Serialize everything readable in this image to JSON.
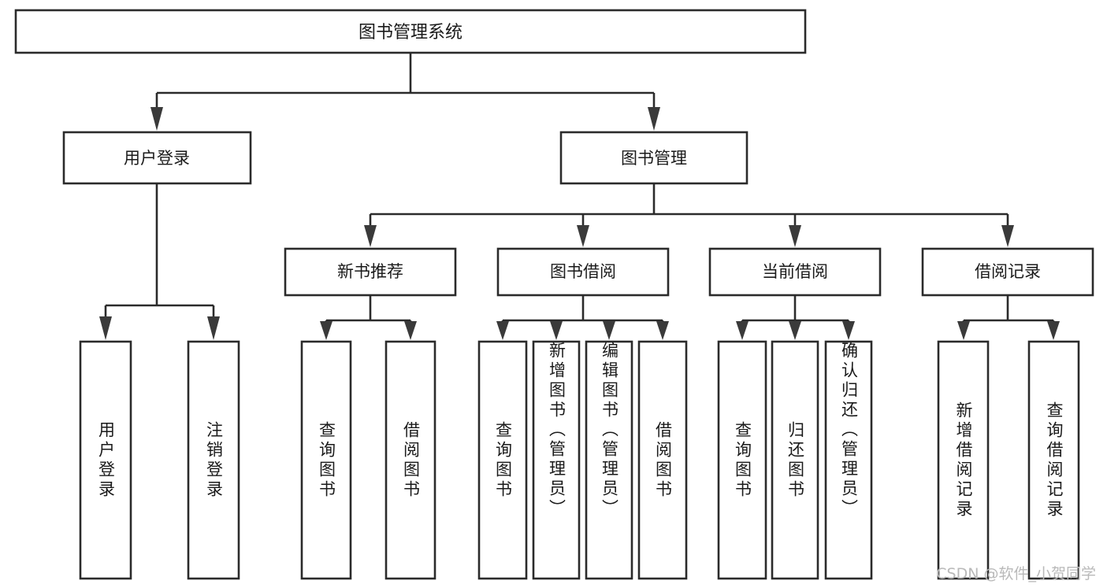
{
  "diagram": {
    "title": "图书管理系统",
    "type": "tree-hierarchy-diagram",
    "watermark": "CSDN @软件_小贺同学",
    "colors": {
      "stroke": "#2b2b2b",
      "fill": "#ffffff",
      "text": "#1a1a1a",
      "watermark": "#b9b9b9",
      "background": "#ffffff"
    },
    "root": {
      "label": "图书管理系统"
    },
    "level1": [
      {
        "id": "user-login",
        "label": "用户登录"
      },
      {
        "id": "book-management",
        "label": "图书管理"
      }
    ],
    "level2": [
      {
        "id": "new-book-recommend",
        "label": "新书推荐"
      },
      {
        "id": "book-borrow",
        "label": "图书借阅"
      },
      {
        "id": "current-borrow",
        "label": "当前借阅"
      },
      {
        "id": "borrow-record",
        "label": "借阅记录"
      }
    ],
    "leaves": {
      "user-login": [
        {
          "id": "leaf-user-login",
          "label": "用户登录"
        },
        {
          "id": "leaf-logout",
          "label": "注销登录"
        }
      ],
      "new-book-recommend": [
        {
          "id": "leaf-query-book-1",
          "label": "查询图书"
        },
        {
          "id": "leaf-borrow-book-1",
          "label": "借阅图书"
        }
      ],
      "book-borrow": [
        {
          "id": "leaf-query-book-2",
          "label": "查询图书"
        },
        {
          "id": "leaf-add-book",
          "label": "新增图书（管理员）"
        },
        {
          "id": "leaf-edit-book",
          "label": "编辑图书（管理员）"
        },
        {
          "id": "leaf-borrow-book-2",
          "label": "借阅图书"
        }
      ],
      "current-borrow": [
        {
          "id": "leaf-query-book-3",
          "label": "查询图书"
        },
        {
          "id": "leaf-return-book",
          "label": "归还图书"
        },
        {
          "id": "leaf-confirm-return",
          "label": "确认归还（管理员）"
        }
      ],
      "borrow-record": [
        {
          "id": "leaf-add-record",
          "label": "新增借阅记录"
        },
        {
          "id": "leaf-query-record",
          "label": "查询借阅记录"
        }
      ]
    }
  }
}
